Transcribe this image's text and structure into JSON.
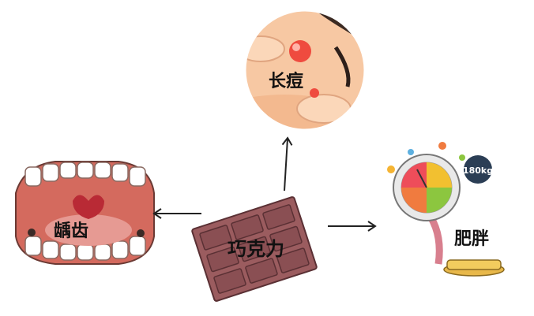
{
  "center": {
    "label": "巧克力"
  },
  "outcomes": [
    {
      "id": "acne",
      "label": "长痘",
      "direction": "up"
    },
    {
      "id": "cavities",
      "label": "龋齿",
      "direction": "left"
    },
    {
      "id": "obesity",
      "label": "肥胖",
      "direction": "right"
    }
  ],
  "scale_display": "180kg",
  "colors": {
    "chocolate": "#9b5c5f",
    "chocolate_dark": "#6e3b3e",
    "skin": "#f7c8a3",
    "pimple": "#ef4b3f",
    "mouth": "#d46a5e",
    "tongue": "#b92a35",
    "arrow": "#222222"
  }
}
